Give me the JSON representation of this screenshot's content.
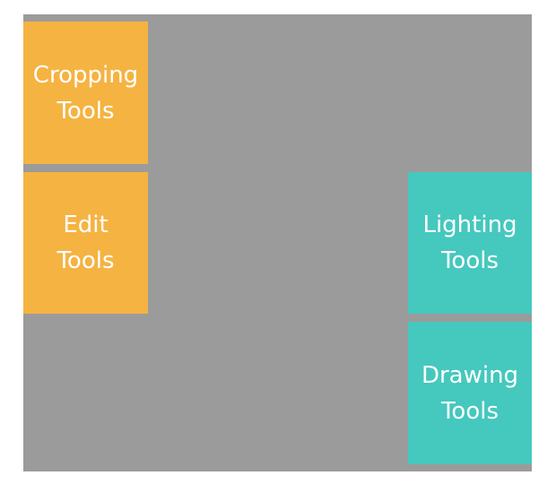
{
  "colors": {
    "canvas": "#9b9b9b",
    "orange": "#f5b342",
    "teal": "#45c8be",
    "text": "#ffffff"
  },
  "tiles": {
    "cropping": {
      "line1": "Cropping",
      "line2": "Tools"
    },
    "edit": {
      "line1": "Edit",
      "line2": "Tools"
    },
    "lighting": {
      "line1": "Lighting",
      "line2": "Tools"
    },
    "drawing": {
      "line1": "Drawing",
      "line2": "Tools"
    }
  }
}
